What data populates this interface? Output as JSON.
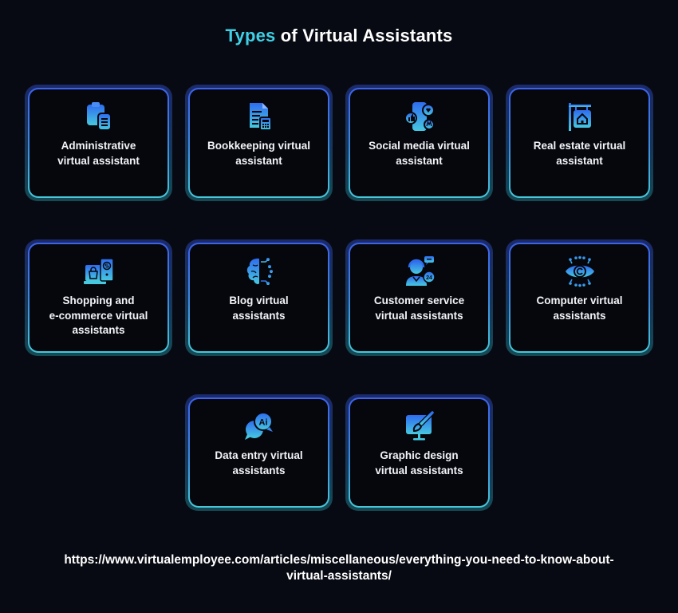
{
  "header": {
    "title_accent": "Types",
    "title_rest": " of Virtual Assistants",
    "accent_color": "#3fd0e6"
  },
  "cards": [
    {
      "icon": "clipboard-document-icon",
      "lines": [
        "Administrative",
        "virtual assistant"
      ]
    },
    {
      "icon": "bookkeeping-calculator-icon",
      "lines": [
        "Bookkeeping virtual",
        "assistant"
      ]
    },
    {
      "icon": "social-media-phone-icon",
      "lines": [
        "Social media virtual",
        "assistant"
      ]
    },
    {
      "icon": "real-estate-sign-icon",
      "lines": [
        "Real estate virtual",
        "assistant"
      ]
    },
    {
      "icon": "shopping-ecommerce-icon",
      "lines": [
        "Shopping and",
        "e-commerce virtual",
        "assistants"
      ]
    },
    {
      "icon": "brain-circuit-icon",
      "lines": [
        "Blog virtual",
        "assistants"
      ]
    },
    {
      "icon": "customer-service-agent-icon",
      "lines": [
        "Customer service",
        "virtual assistants"
      ]
    },
    {
      "icon": "computer-eye-circuit-icon",
      "lines": [
        "Computer virtual",
        "assistants"
      ]
    },
    {
      "icon": "ai-chat-bubbles-icon",
      "lines": [
        "Data entry virtual",
        "assistants"
      ]
    },
    {
      "icon": "monitor-paintbrush-icon",
      "lines": [
        "Graphic design",
        "virtual assistants"
      ]
    }
  ],
  "footer": {
    "url_line1": "https://www.virtualemployee.com/articles/miscellaneous/everything-you-need-to-know-about-",
    "url_line2": "virtual-assistants/"
  },
  "colors": {
    "background": "#080a13",
    "border_top": "#3d62ea",
    "border_bottom": "#47c7d8",
    "icon_top": "#2f6cf0",
    "icon_bottom": "#46c8e0"
  }
}
